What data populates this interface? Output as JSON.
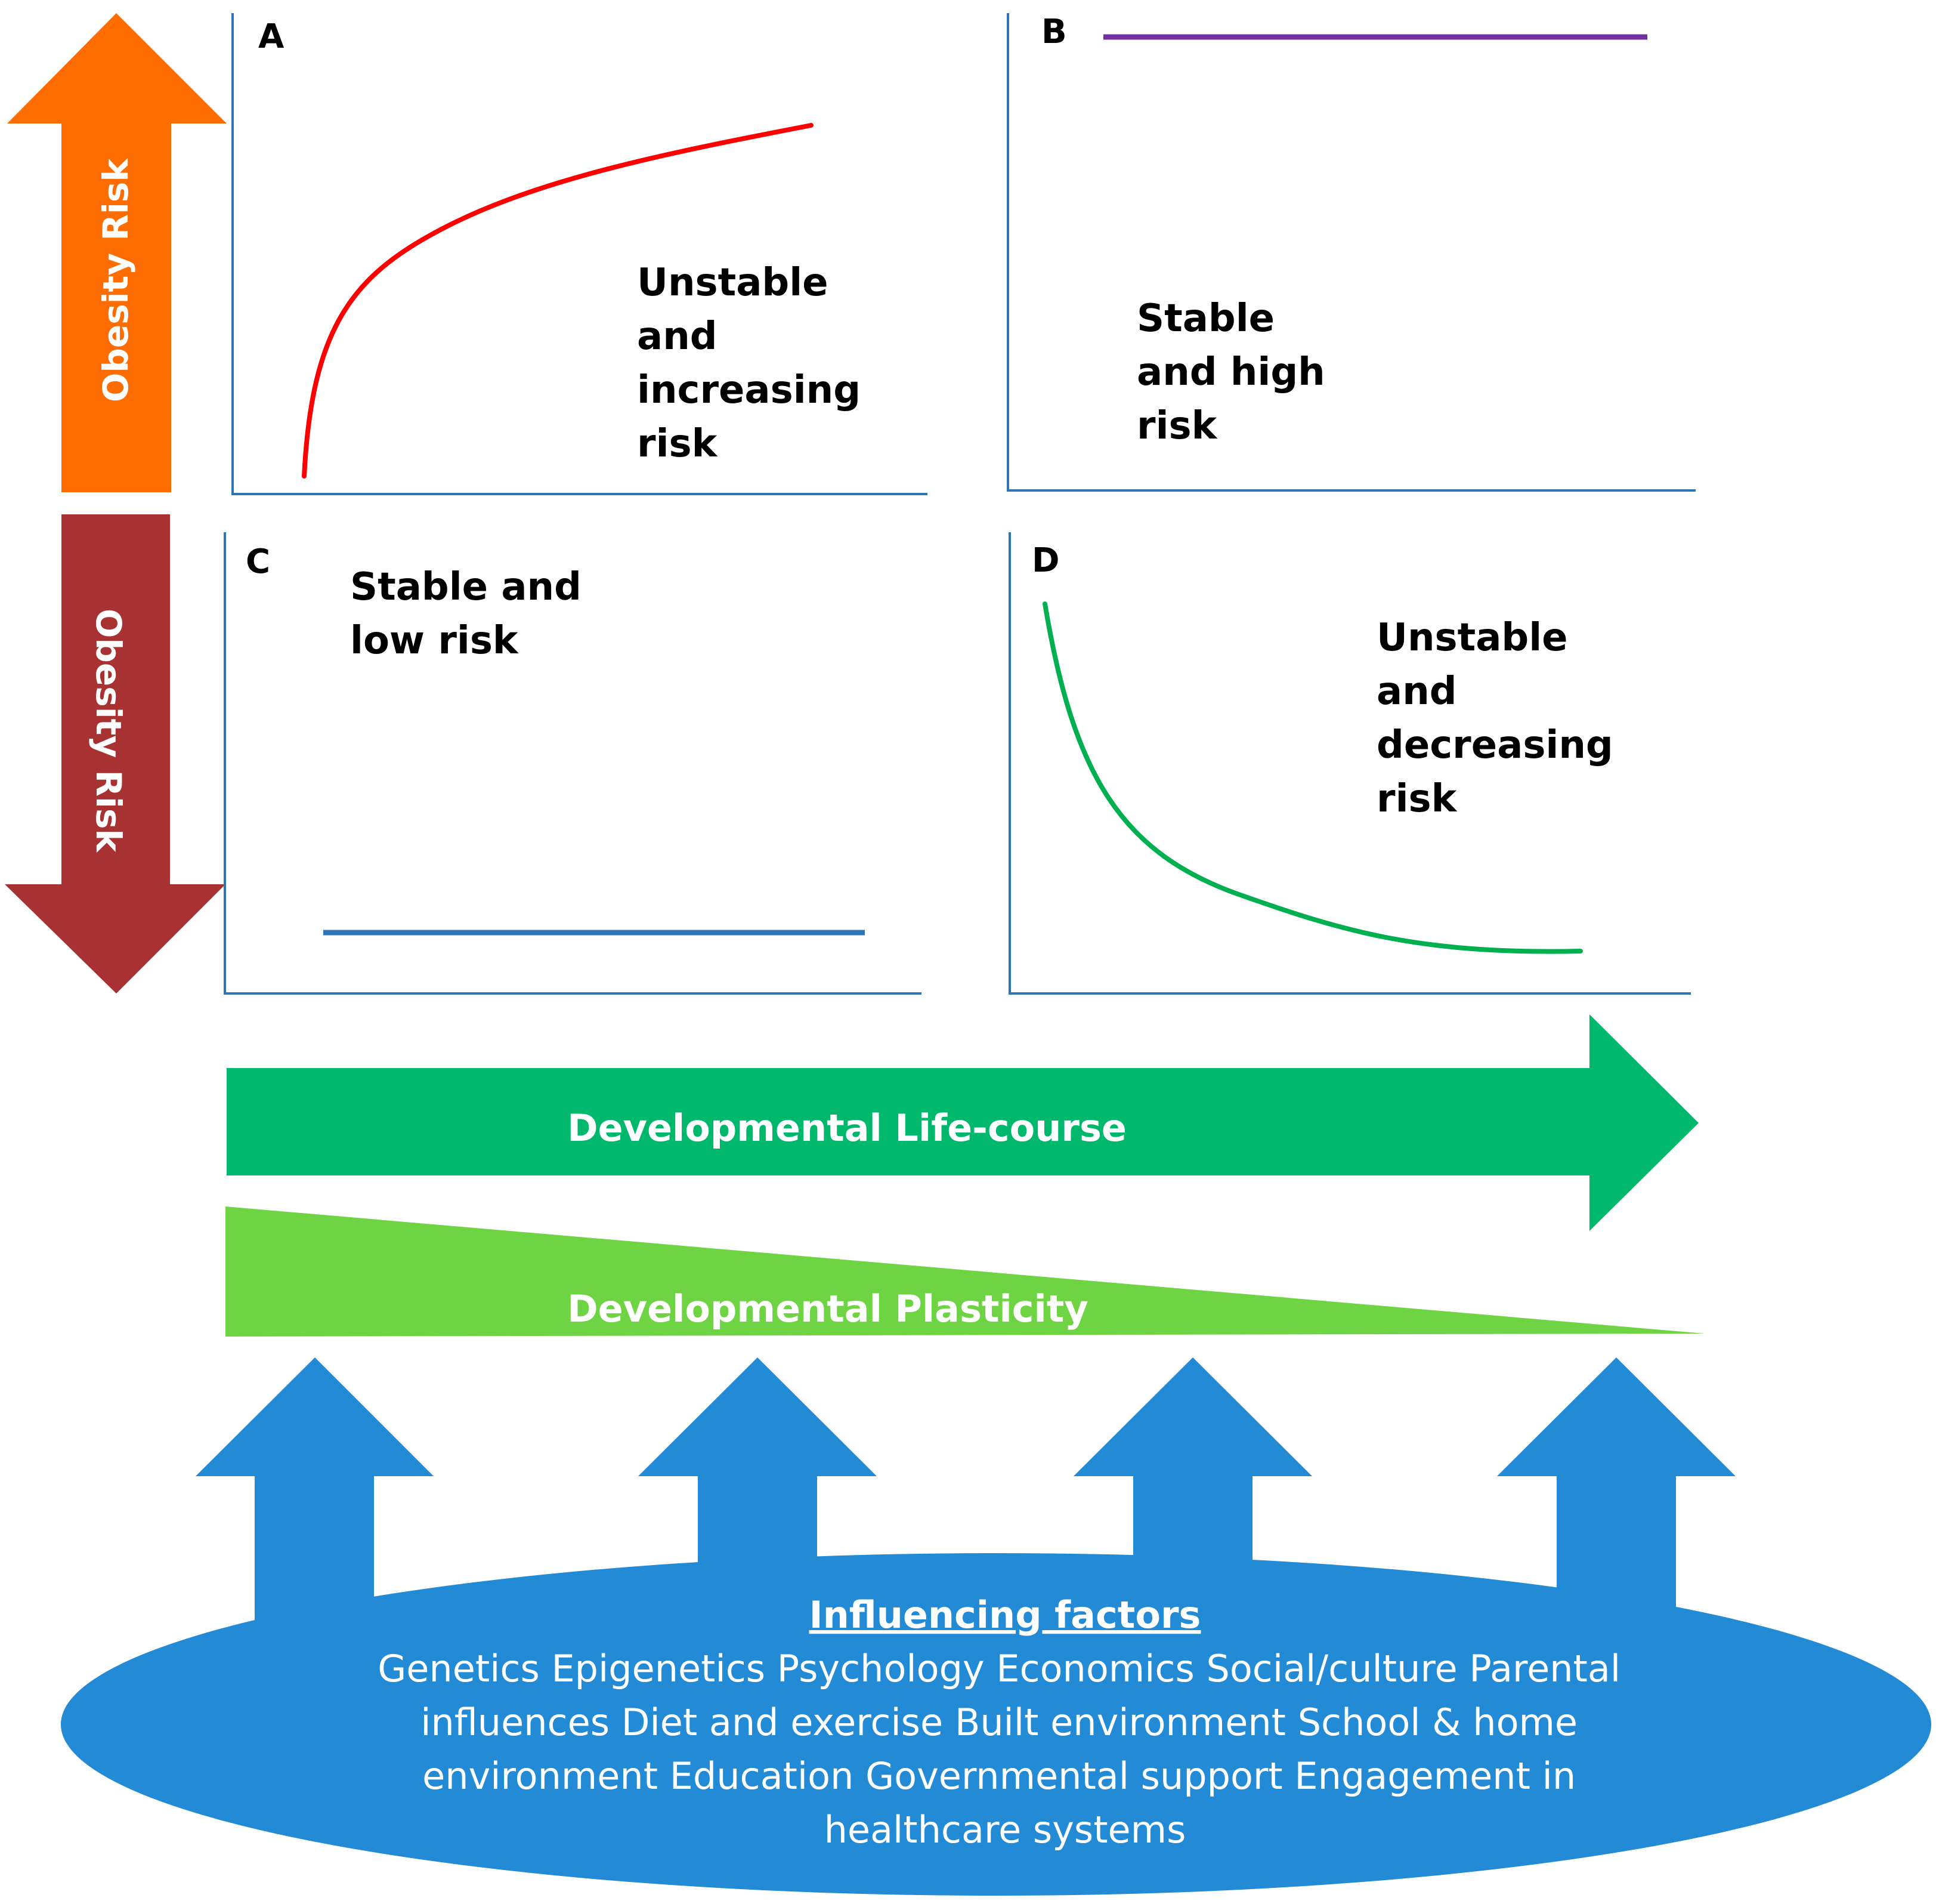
{
  "colors": {
    "axis": "#2e75b6",
    "curve_a": "#ff0000",
    "line_b": "#7030a0",
    "line_c": "#2e75b6",
    "curve_d": "#00b050",
    "risk_up_arrow": "#ff6d00",
    "risk_down_arrow": "#a83232",
    "life_course_arrow": "#00b86b",
    "plasticity_wedge": "#6fd444",
    "factor_blue": "#238bd6"
  },
  "risk_arrows": {
    "up_label": "Obesity Risk",
    "down_label": "Obesity Risk"
  },
  "panels": {
    "a": {
      "letter": "A",
      "lines": [
        "Unstable",
        "and",
        "increasing",
        "risk"
      ]
    },
    "b": {
      "letter": "B",
      "lines": [
        "Stable",
        "and high",
        "risk"
      ]
    },
    "c": {
      "letter": "C",
      "lines": [
        "Stable and",
        "low risk"
      ]
    },
    "d": {
      "letter": "D",
      "lines": [
        "Unstable",
        "and",
        "decreasing",
        "risk"
      ]
    }
  },
  "life_course": {
    "label": "Developmental Life-course"
  },
  "plasticity": {
    "label": "Developmental Plasticity"
  },
  "factors": {
    "title": "Influencing factors",
    "lines": [
      "Genetics  Epigenetics  Psychology  Economics  Social/culture  Parental",
      "influences  Diet and exercise  Built environment  School & home",
      "environment  Education  Governmental support  Engagement in",
      "healthcare systems"
    ]
  }
}
